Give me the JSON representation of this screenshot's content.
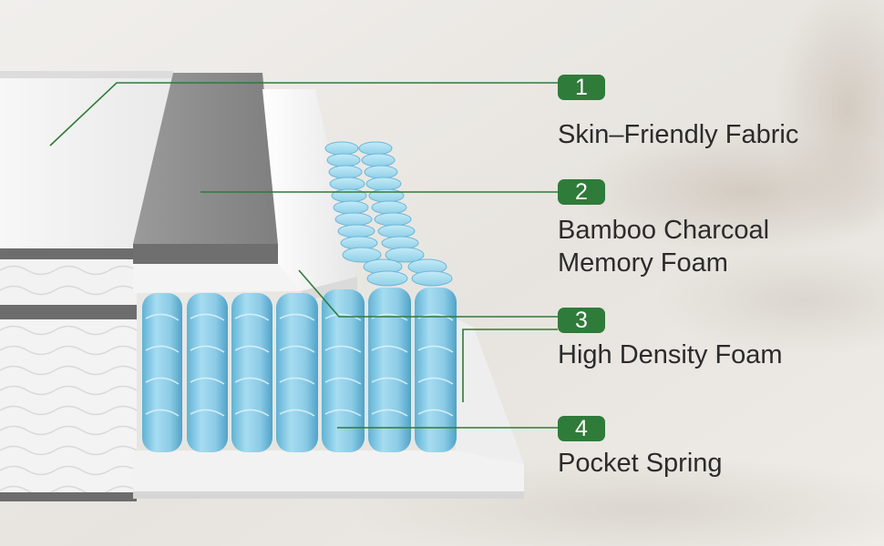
{
  "colors": {
    "accent_green": "#2f7b39",
    "spring_blue": "#8fcfe8",
    "charcoal_gray": "#8a8a8a",
    "fabric_white": "#f3f3f3"
  },
  "layers": [
    {
      "number": "1",
      "name": "Skin–Friendly Fabric"
    },
    {
      "number": "2",
      "name_line1": "Bamboo Charcoal",
      "name_line2": "Memory Foam"
    },
    {
      "number": "3",
      "name": "High Density Foam"
    },
    {
      "number": "4",
      "name": "Pocket Spring"
    }
  ]
}
